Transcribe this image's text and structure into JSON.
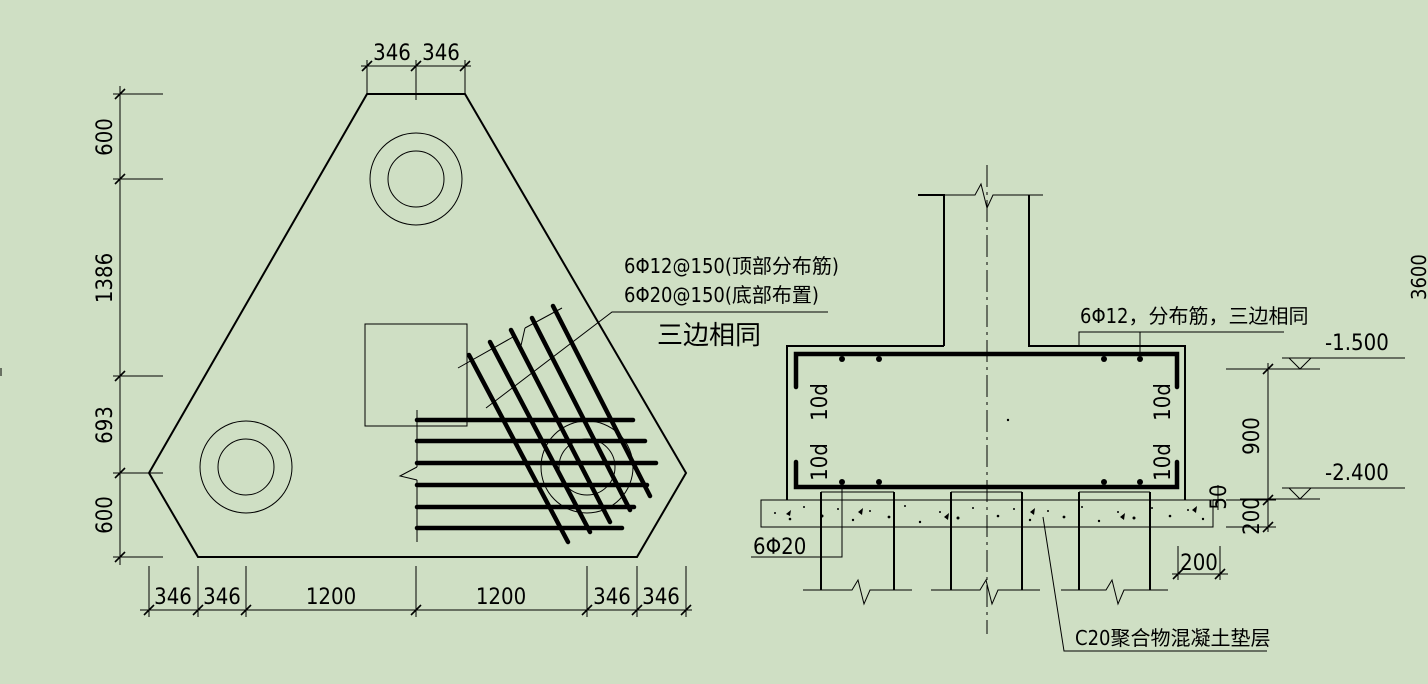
{
  "plan": {
    "top_dims": [
      "346",
      "346"
    ],
    "left_dims": [
      "600",
      "1386",
      "693",
      "600"
    ],
    "bottom_dims": [
      "346",
      "346",
      "1200",
      "1200",
      "346",
      "346"
    ],
    "rebar_note_top": "6Φ12@150(顶部分布筋)",
    "rebar_note_bottom": "6Φ20@150(底部布置)",
    "rebar_note_sides": "三边相同"
  },
  "section": {
    "top_note": "6Φ12，分布筋，三边相同",
    "level_top": "-1.500",
    "level_bottom": "-2.400",
    "anchor_labels": [
      "10d",
      "10d",
      "10d",
      "10d"
    ],
    "dim_900": "900",
    "dim_50": "50",
    "dim_200v": "200",
    "dim_200h": "200",
    "bottom_bar": "6Φ20",
    "cushion_note": "C20聚合物混凝土垫层",
    "cut_off_label": "3600"
  },
  "colors": {
    "background": "#cfdfc4",
    "ink": "#000000"
  }
}
